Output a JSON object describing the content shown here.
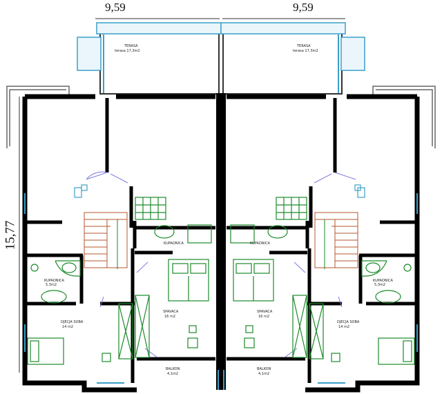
{
  "dimensions": {
    "width_left": "9,59",
    "width_right": "9,59",
    "depth": "15,77"
  },
  "rooms": {
    "terasa_left": "TERASA",
    "terasa_left_area": "terasa 17,3m2",
    "terasa_right": "TERASA",
    "terasa_right_area": "terasa 17,3m2",
    "kupaonica_upper_left": "KUPAONICA",
    "kupaonica_upper_right": "KUPAONICA",
    "kupaonica_small_left": "KUPAONICA",
    "kupaonica_small_left_area": "5,3m2",
    "kupaonica_small_right": "KUPAONICA",
    "kupaonica_small_right_area": "5,3m2",
    "spavaca_left": "SPAVACA",
    "spavaca_left_area": "16 m2",
    "spavaca_right": "SPAVACA",
    "spavaca_right_area": "16 m2",
    "djecja_left": "DJECJA SOBA",
    "djecja_left_area": "14 m2",
    "djecja_right": "DJECJA SOBA",
    "djecja_right_area": "14 m2",
    "balkon_left": "BALKON",
    "balkon_left_area": "4,1m2",
    "balkon_right": "BALKON",
    "balkon_right_area": "4,1m2"
  },
  "colors": {
    "wall": "#000000",
    "stairs": "#b5542e",
    "fixtures": "#1a8a2a",
    "glazing": "#3a9fc9",
    "door_swing": "#7a7ae0"
  }
}
